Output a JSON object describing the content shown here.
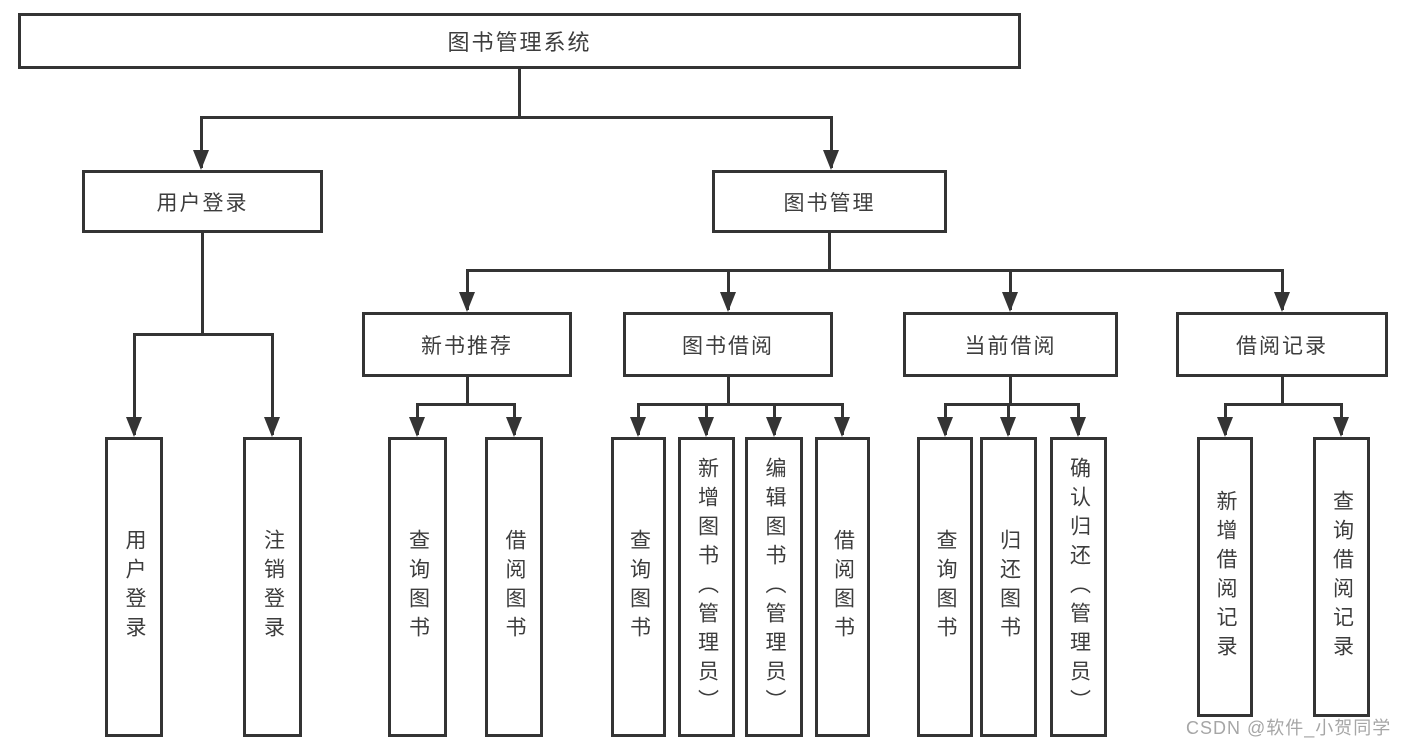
{
  "tree": {
    "root": "图书管理系统",
    "children": [
      {
        "label": "用户登录",
        "children": [
          "用户登录",
          "注销登录"
        ]
      },
      {
        "label": "图书管理",
        "children": [
          {
            "label": "新书推荐",
            "children": [
              "查询图书",
              "借阅图书"
            ]
          },
          {
            "label": "图书借阅",
            "children": [
              "查询图书",
              "新增图书（管理员）",
              "编辑图书（管理员）",
              "借阅图书"
            ]
          },
          {
            "label": "当前借阅",
            "children": [
              "查询图书",
              "归还图书",
              "确认归还（管理员）"
            ]
          },
          {
            "label": "借阅记录",
            "children": [
              "新增借阅记录",
              "查询借阅记录"
            ]
          }
        ]
      }
    ]
  },
  "watermark": "CSDN @软件_小贺同学",
  "colors": {
    "line": "#343434",
    "text": "#3d3d3d",
    "watermark": "#a6a6a6",
    "background": "#ffffff"
  }
}
